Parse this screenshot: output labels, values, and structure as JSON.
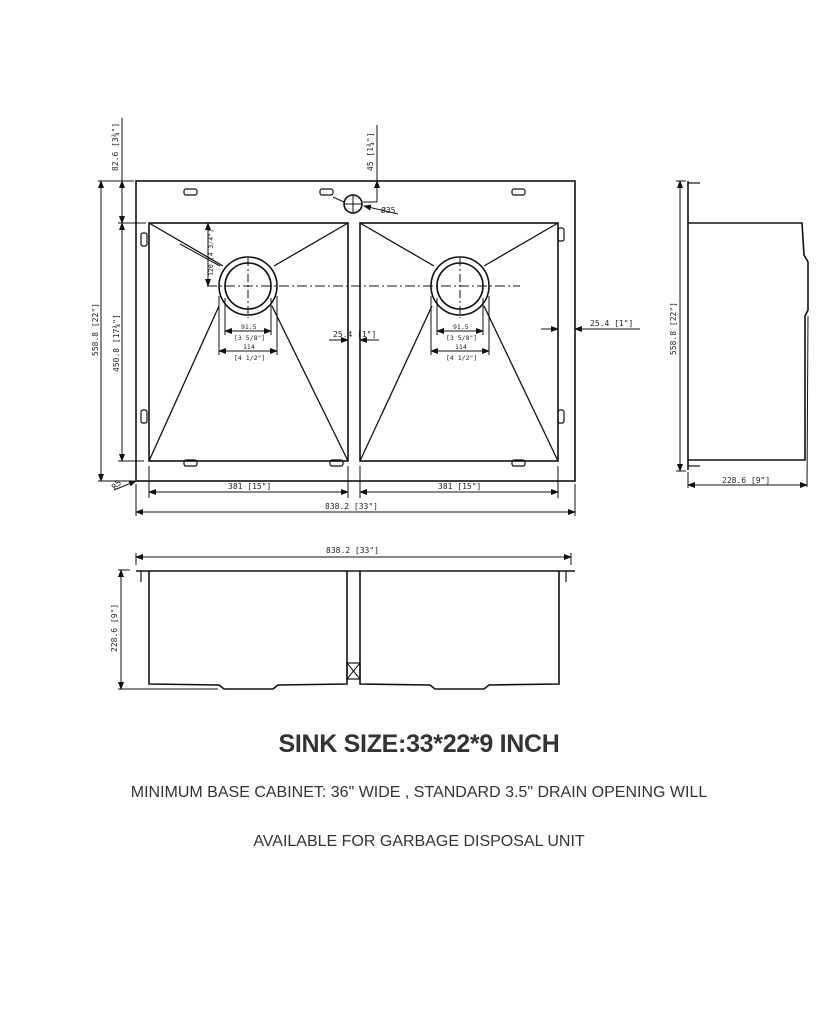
{
  "drawing": {
    "top_view": {
      "overall_width": "838.2 [33\"]",
      "overall_depth": "558.8 [22\"]",
      "bowl_depth": "450.8 [17¾\"]",
      "deck_depth": "82.6 [3¾\"]",
      "faucet_offset": "45 [1¾\"]",
      "faucet_hole": "Ø35",
      "drain_offset": "120 [4 3/4\"]",
      "drain_inner": "91.5",
      "drain_inner_in": "[3 5/8\"]",
      "drain_outer": "114",
      "drain_outer_in": "[4 1/2\"]",
      "divider_width": "25.4 [1\"]",
      "side_rim": "25.4 [1\"]",
      "bowl_width_left": "381 [15\"]",
      "bowl_width_right": "381 [15\"]",
      "corner_radius": "R5"
    },
    "side_view": {
      "depth": "558.8 [22\"]",
      "height": "228.6 [9\"]"
    },
    "front_view": {
      "width": "838.2 [33\"]",
      "height": "228.6 [9\"]"
    }
  },
  "text": {
    "title": "SINK SIZE:33*22*9 INCH",
    "note_line1": "MINIMUM BASE CABINET: 36\" WIDE , STANDARD 3.5\" DRAIN OPENING WILL",
    "note_line2": "AVAILABLE FOR GARBAGE DISPOSAL UNIT"
  },
  "colors": {
    "line": "#111111",
    "text": "#333333"
  }
}
